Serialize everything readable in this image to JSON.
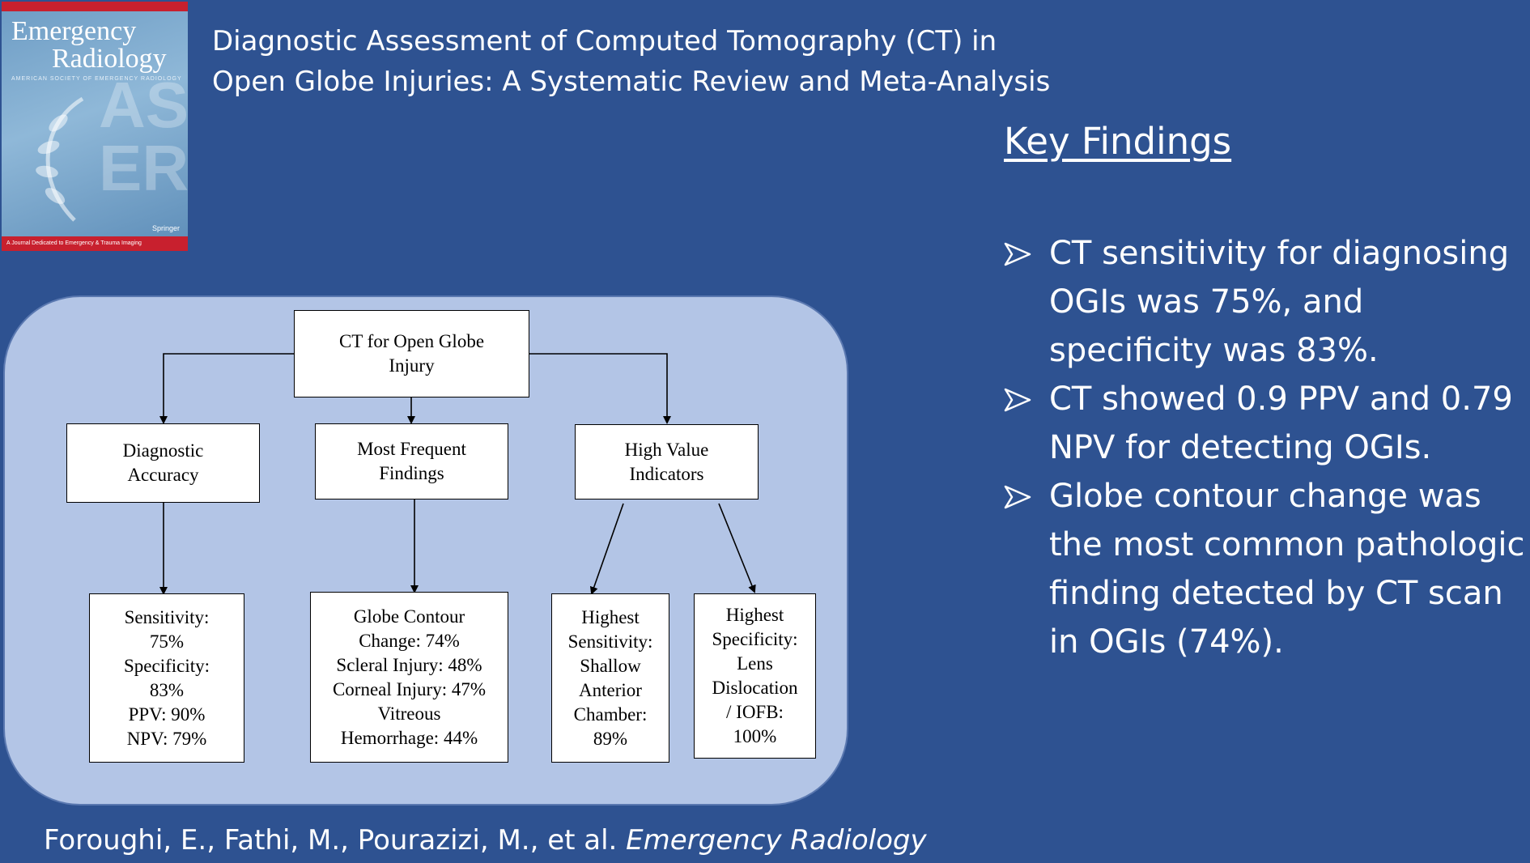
{
  "cover": {
    "journal_line1": "Emergency",
    "journal_line2": "Radiology",
    "society": "AMERICAN SOCIETY OF EMERGENCY RADIOLOGY",
    "bottom_strip": "A Journal Dedicated to Emergency & Trauma Imaging",
    "publisher": "Springer",
    "watermark_1": "AS",
    "watermark_2": "ER"
  },
  "title": {
    "line1": "Diagnostic Assessment of Computed Tomography (CT) in",
    "line2": "Open Globe Injuries: A Systematic Review and Meta-Analysis"
  },
  "key_findings": {
    "heading": "Key Findings",
    "items": [
      "CT sensitivity for diagnosing OGIs was 75%, and specificity was 83%.",
      "CT showed 0.9 PPV and 0.79 NPV for detecting OGIs.",
      "Globe contour change was the most common pathologic finding detected by CT scan in OGIs (74%)."
    ]
  },
  "diagram": {
    "root": "CT for Open Globe\nInjury",
    "level1": [
      "Diagnostic\nAccuracy",
      "Most Frequent\nFindings",
      "High Value\nIndicators"
    ],
    "level2": [
      "Sensitivity:\n75%\nSpecificity:\n83%\nPPV: 90%\nNPV: 79%",
      "Globe Contour\nChange: 74%\nScleral Injury: 48%\nCorneal Injury: 47%\nVitreous\nHemorrhage: 44%",
      "Highest\nSensitivity:\nShallow\nAnterior\nChamber:\n89%",
      "Highest\nSpecificity:\nLens\nDislocation\n/ IOFB:\n100%"
    ]
  },
  "citation": {
    "authors": "Foroughi, E., Fathi, M., Pourazizi, M., et al. ",
    "journal": "Emergency Radiology"
  },
  "colors": {
    "background": "#2e5291",
    "panel": "#b3c5e6",
    "text": "#ffffff"
  }
}
